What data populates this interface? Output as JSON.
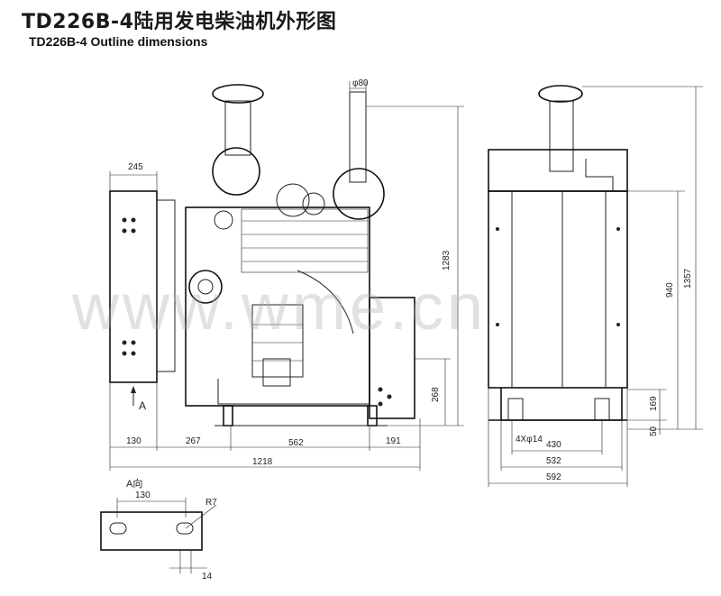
{
  "header": {
    "title": "TD226B-4陆用发电柴油机外形图",
    "subtitle": "TD226B-4 Outline dimensions"
  },
  "watermark": "www.wme.cn",
  "front_view": {
    "dims": {
      "top_width": "245",
      "exhaust_dia": "φ80",
      "height_total": "1283",
      "height_mount": "268",
      "bottom_130": "130",
      "bottom_267": "267",
      "bottom_562": "562",
      "bottom_191": "191",
      "overall_length": "1218",
      "view_marker": "A"
    }
  },
  "side_view": {
    "dims": {
      "height_940": "940",
      "height_1357": "1357",
      "height_169": "169",
      "height_50": "50",
      "holes": "4Xφ14",
      "width_430": "430",
      "width_532": "532",
      "width_592": "592"
    }
  },
  "a_view": {
    "label": "A向",
    "dims": {
      "spacing_130": "130",
      "radius": "R7",
      "slot_14": "14"
    }
  }
}
